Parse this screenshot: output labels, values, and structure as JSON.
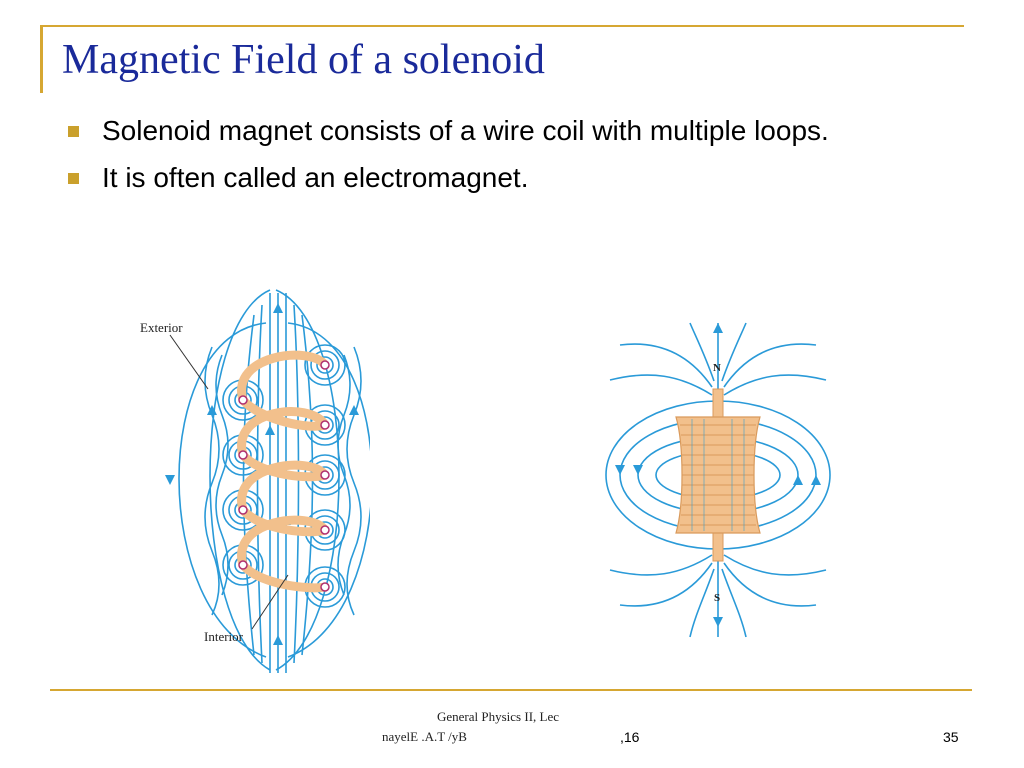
{
  "slide": {
    "title": "Magnetic Field of a solenoid",
    "bullets": [
      "Solenoid magnet consists of a wire coil with multiple loops.",
      "It is often called an electromagnet."
    ]
  },
  "figure_left": {
    "label_exterior": "Exterior",
    "label_interior": "Interior"
  },
  "figure_right": {
    "label_north": "N",
    "label_south": "S"
  },
  "footer": {
    "course": "General Physics II, Lec",
    "author": "nayelE .A.T /yB",
    "number_mid": ",16",
    "page_number": "35"
  },
  "colors": {
    "accent": "#d6a732",
    "title": "#1a2a9a",
    "field_line": "#2a9ad8",
    "coil": "#f2c08c",
    "coil_edge": "#d99a5c"
  }
}
